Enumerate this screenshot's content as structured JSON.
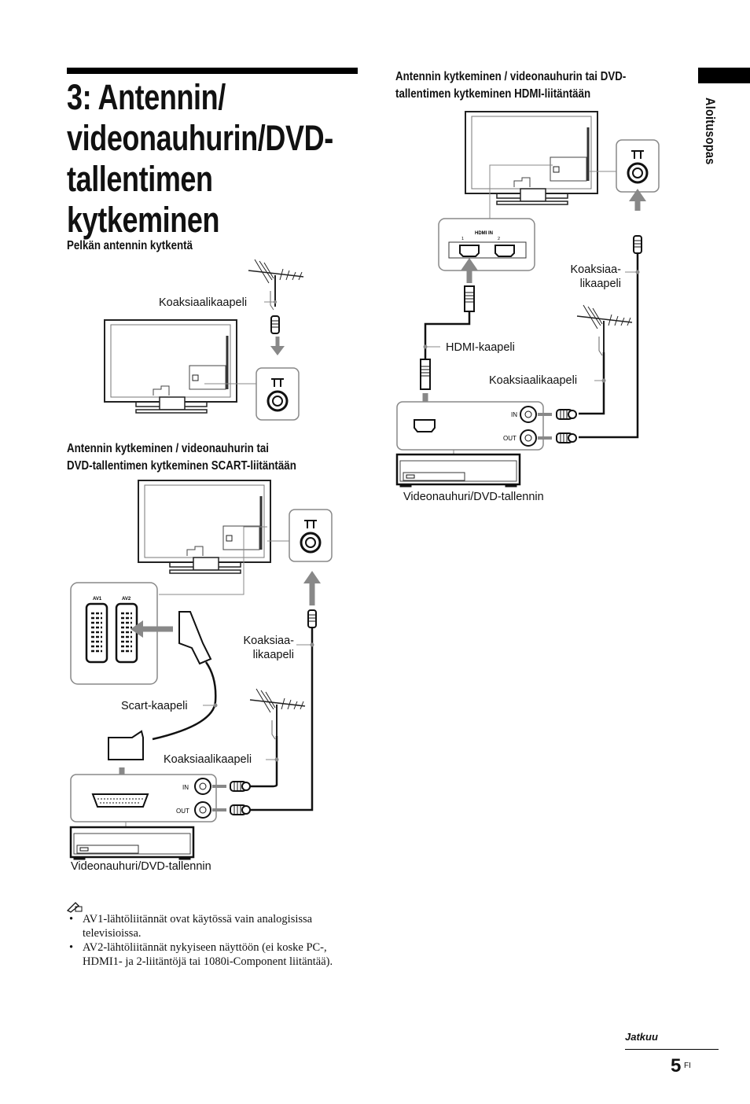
{
  "title": {
    "lines": [
      "3: Antennin/",
      "videonauhurin/DVD-",
      "tallentimen",
      "kytkeminen"
    ]
  },
  "side_tab": {
    "label": "Aloitusopas"
  },
  "section_antenna_only": {
    "heading": "Pelkän antennin kytkentä",
    "cable_label": "Koaksiaalikaapeli"
  },
  "section_scart": {
    "heading_lines": [
      "Antennin kytkeminen / videonauhurin tai",
      "DVD-tallentimen kytkeminen SCART-liitäntään"
    ],
    "av1": "AV1",
    "av2": "AV2",
    "coax_label_lines": [
      "Koaksiaa-",
      "likaapeli"
    ],
    "scart_label": "Scart-kaapeli",
    "coax_label2": "Koaksiaalikaapeli",
    "in_label": "IN",
    "out_label": "OUT",
    "device_label": "Videonauhuri/DVD-tallennin"
  },
  "section_hdmi": {
    "heading_lines": [
      "Antennin kytkeminen / videonauhurin tai DVD-",
      "tallentimen kytkeminen HDMI-liitäntään"
    ],
    "hdmi_in": "HDMI IN",
    "port1": "1",
    "port2": "2",
    "coax_label_lines": [
      "Koaksiaa-",
      "likaapeli"
    ],
    "hdmi_label": "HDMI-kaapeli",
    "coax_label2": "Koaksiaalikaapeli",
    "in_label": "IN",
    "out_label": "OUT",
    "device_label": "Videonauhuri/DVD-tallennin"
  },
  "notes": {
    "icon": "pencil-note-icon",
    "items": [
      "AV1-lähtöliitännät ovat käytössä vain analogisissa televisioissa.",
      "AV2-lähtöliitännät nykyiseen näyttöön (ei koske PC-, HDMI1- ja 2-liitäntöjä tai 1080i-Component liitäntää)."
    ]
  },
  "footer": {
    "continued": "Jatkuu",
    "page_number": "5",
    "page_suffix": "FI"
  }
}
